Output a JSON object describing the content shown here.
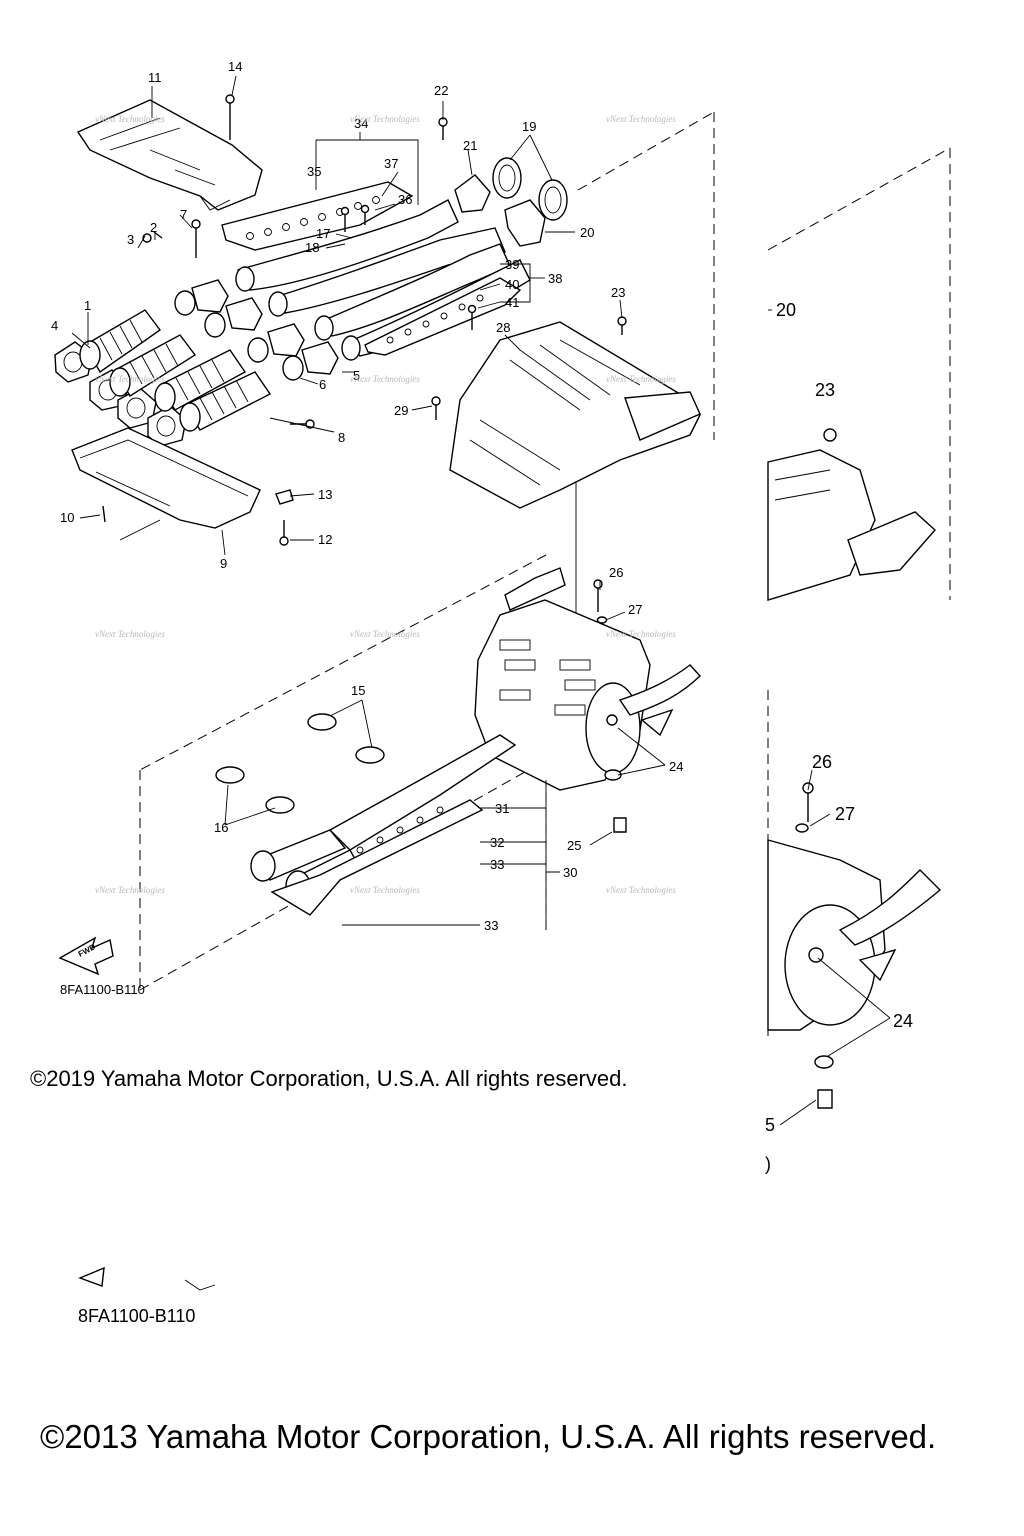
{
  "diagram_code": "8FA1100-B110",
  "diagram_code_repeat": "8FA1100-B110",
  "copyright_inner": "©2019 Yamaha Motor Corporation, U.S.A. All rights reserved.",
  "copyright_outer": "©2013 Yamaha Motor Corporation, U.S.A. All rights reserved.",
  "fwd_label": "FWD",
  "watermark": "vNext Technologies",
  "callouts": [
    "1",
    "2",
    "3",
    "4",
    "5",
    "6",
    "7",
    "8",
    "9",
    "10",
    "11",
    "12",
    "13",
    "14",
    "15",
    "16",
    "17",
    "18",
    "19",
    "20",
    "21",
    "22",
    "23",
    "24",
    "25",
    "26",
    "27",
    "28",
    "29",
    "30",
    "31",
    "32",
    "33",
    "34",
    "35",
    "36",
    "37",
    "38",
    "39",
    "40",
    "41"
  ],
  "right_callouts": [
    "20",
    "23",
    "26",
    "27",
    "24",
    "5",
    ")"
  ]
}
